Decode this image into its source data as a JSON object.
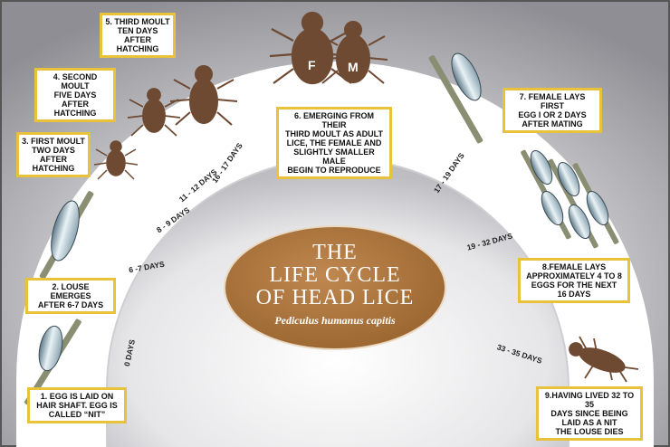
{
  "title": {
    "line1": "THE",
    "line2": "LIFE CYCLE",
    "line3": "OF HEAD LICE"
  },
  "subtitle": "Pediculus humanus capitis",
  "sex_markers": {
    "female": "F",
    "male": "M"
  },
  "stages": [
    {
      "id": "stage-1",
      "text": "1. EGG IS LAID ON\nHAIR SHAFT. EGG IS\nCALLED “NIT”"
    },
    {
      "id": "stage-2",
      "text": "2. LOUSE EMERGES\nAFTER 6-7 DAYS"
    },
    {
      "id": "stage-3",
      "text": "3. FIRST MOULT\nTWO DAYS\nAFTER\nHATCHING"
    },
    {
      "id": "stage-4",
      "text": "4. SECOND MOULT\nFIVE DAYS\nAFTER\nHATCHING"
    },
    {
      "id": "stage-5",
      "text": "5. THIRD MOULT\nTEN DAYS\nAFTER\nHATCHING"
    },
    {
      "id": "stage-6",
      "text": "6. EMERGING FROM THEIR\nTHIRD MOULT AS ADULT\nLICE, THE FEMALE AND\nSLIGHTLY SMALLER MALE\nBEGIN TO REPRODUCE"
    },
    {
      "id": "stage-7",
      "text": "7. FEMALE LAYS FIRST\nEGG I OR 2 DAYS\nAFTER MATING"
    },
    {
      "id": "stage-8",
      "text": "8.FEMALE LAYS\nAPPROXIMATELY 4 TO 8\nEGGS FOR THE NEXT\n16 DAYS"
    },
    {
      "id": "stage-9",
      "text": "9.HAVING LIVED 32 TO 35\nDAYS SINCE BEING\nLAID AS A NIT\nTHE LOUSE DIES"
    }
  ],
  "day_marks": [
    "0 DAYS",
    "6 -7 DAYS",
    "8 - 9 DAYS",
    "11 - 12 DAYS",
    "16 - 17 DAYS",
    "17 - 19 DAYS",
    "19 - 32 DAYS",
    "33 - 35 DAYS"
  ],
  "colors": {
    "outer_band": "#ffffff",
    "inner_field": "#ffffff",
    "background_grey": "#9a9aa0",
    "title_oval": "#a9743a",
    "label_border": "#e8c23a",
    "louse": "#6e4a33"
  }
}
